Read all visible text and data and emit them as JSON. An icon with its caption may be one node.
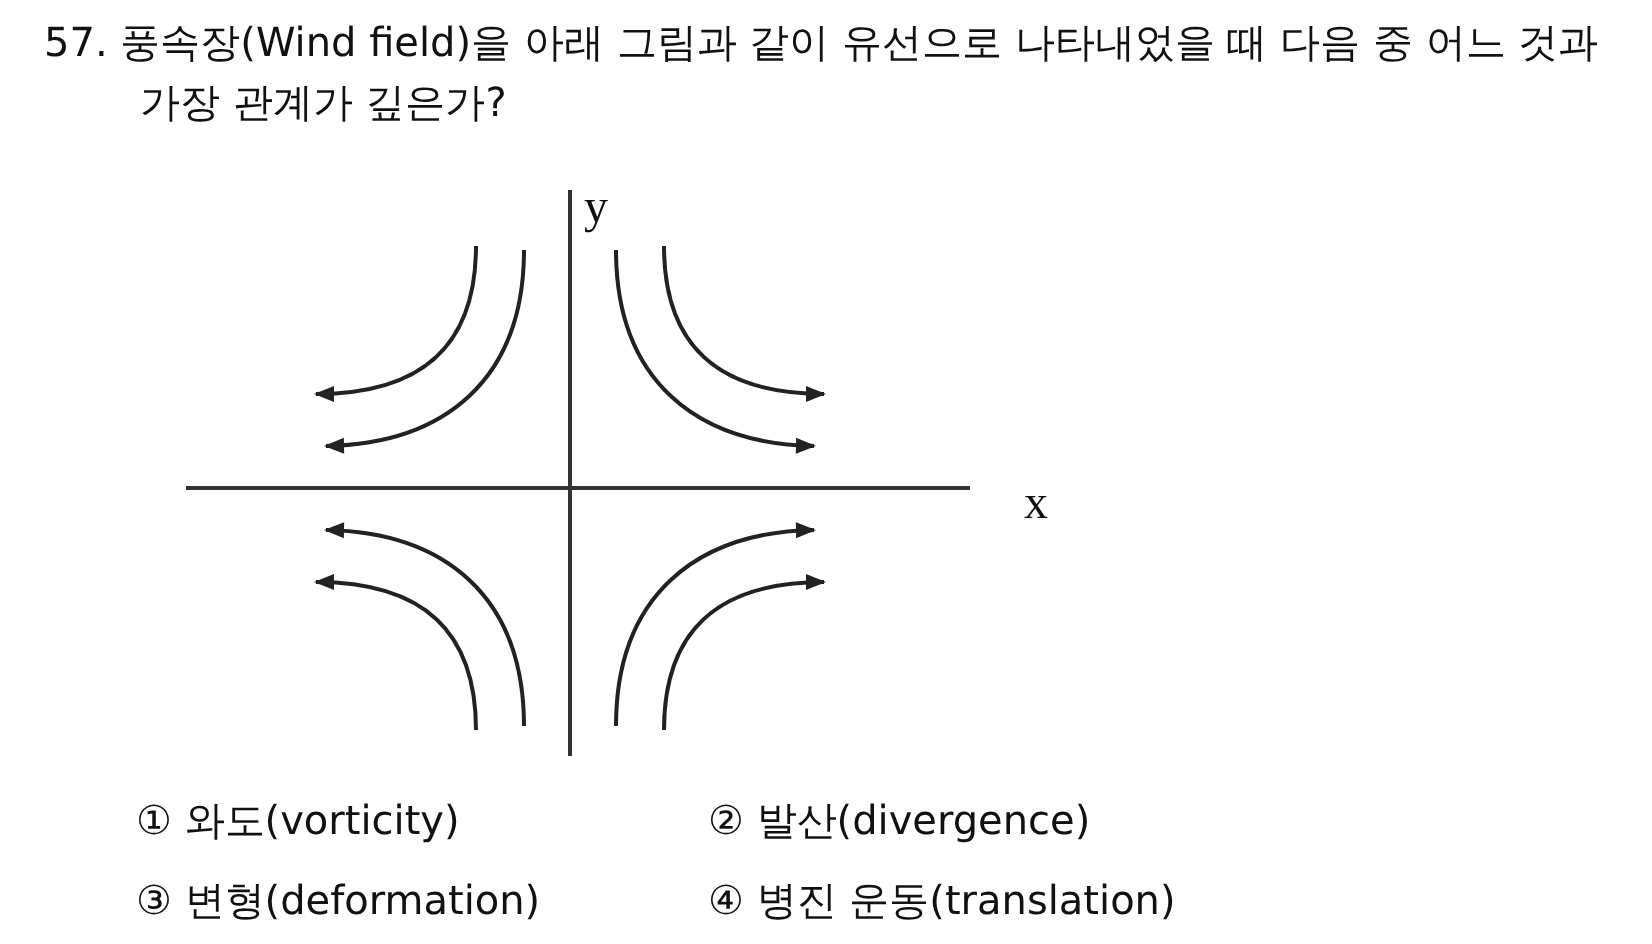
{
  "diagram": {
    "title": "57. 풍속장(Wind field)을 아래 그림과 같이 유선으로 나타내었을 때 다음 중 어느 것과 가장 관계가 깊은가?",
    "labels": [
      "y",
      "x",
      "① 와도(vorticity)",
      "② 발산(divergence)",
      "③ 변형(deformation)",
      "④ 병진 운동(translation)"
    ]
  }
}
